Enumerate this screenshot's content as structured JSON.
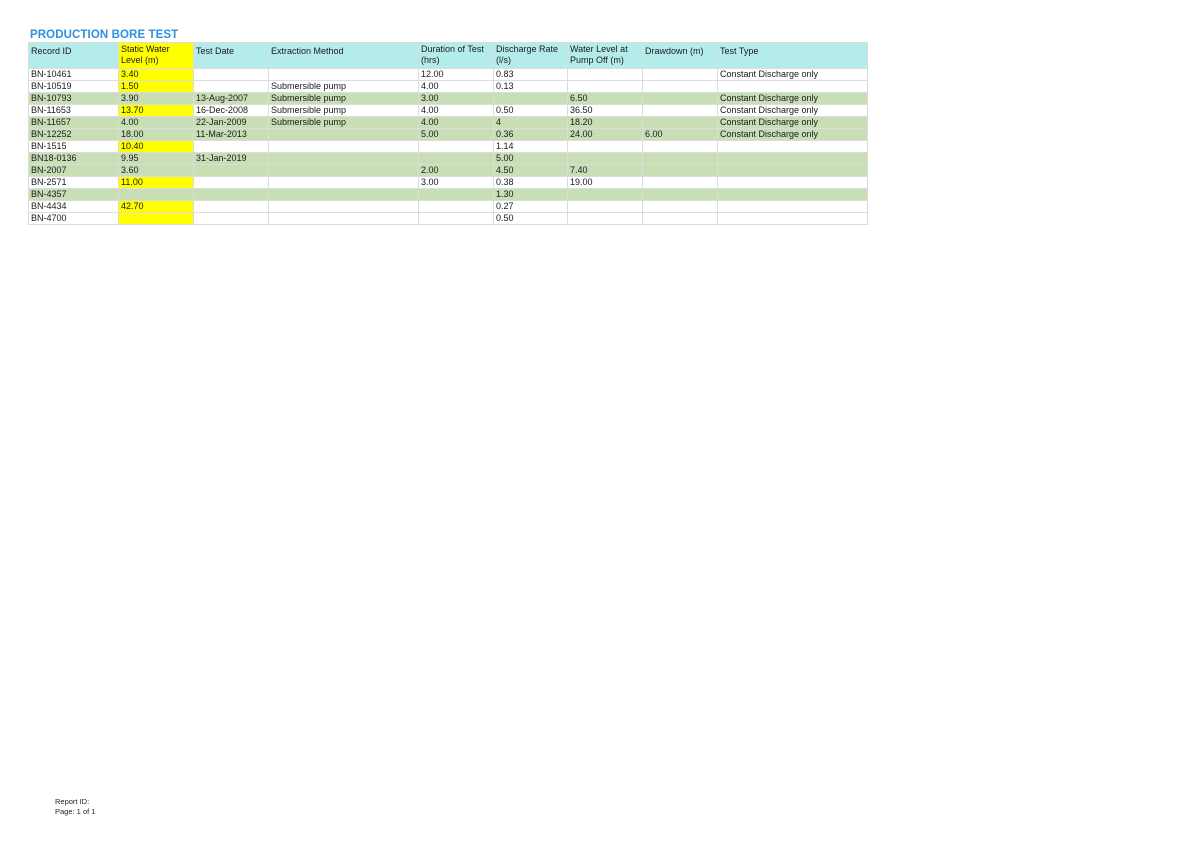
{
  "report": {
    "title": "PRODUCTION BORE TEST"
  },
  "table": {
    "headers": {
      "record_id": "Record ID",
      "static_water_level": "Static Water Level (m)",
      "test_date": "Test Date",
      "extraction_method": "Extraction Method",
      "duration": "Duration of Test (hrs)",
      "discharge_rate": "Discharge Rate (l/s)",
      "water_level_pump_off": "Water Level at Pump Off (m)",
      "drawdown": "Drawdown (m)",
      "test_type": "Test Type"
    },
    "rows": [
      {
        "record_id": "BN-10461",
        "static_water_level": "3.40",
        "test_date": "",
        "extraction_method": "",
        "duration": "12.00",
        "discharge_rate": "0.83",
        "water_level_pump_off": "",
        "drawdown": "",
        "test_type": "Constant Discharge only",
        "shaded": false,
        "swl_highlight": true
      },
      {
        "record_id": "BN-10519",
        "static_water_level": "1.50",
        "test_date": "",
        "extraction_method": "Submersible pump",
        "duration": "4.00",
        "discharge_rate": "0.13",
        "water_level_pump_off": "",
        "drawdown": "",
        "test_type": "",
        "shaded": false,
        "swl_highlight": true
      },
      {
        "record_id": "BN-10793",
        "static_water_level": "3.90",
        "test_date": "13-Aug-2007",
        "extraction_method": "Submersible pump",
        "duration": "3.00",
        "discharge_rate": "",
        "water_level_pump_off": "6.50",
        "drawdown": "",
        "test_type": "Constant Discharge only",
        "shaded": true,
        "swl_highlight": false
      },
      {
        "record_id": "BN-11653",
        "static_water_level": "13.70",
        "test_date": "16-Dec-2008",
        "extraction_method": "Submersible pump",
        "duration": "4.00",
        "discharge_rate": "0.50",
        "water_level_pump_off": "36.50",
        "drawdown": "",
        "test_type": "Constant Discharge only",
        "shaded": false,
        "swl_highlight": true
      },
      {
        "record_id": "BN-11657",
        "static_water_level": "4.00",
        "test_date": "22-Jan-2009",
        "extraction_method": "Submersible pump",
        "duration": "4.00",
        "discharge_rate": "4",
        "water_level_pump_off": "18.20",
        "drawdown": "",
        "test_type": "Constant Discharge only",
        "shaded": true,
        "swl_highlight": false
      },
      {
        "record_id": "BN-12252",
        "static_water_level": "18.00",
        "test_date": "11-Mar-2013",
        "extraction_method": "",
        "duration": "5.00",
        "discharge_rate": "0.36",
        "water_level_pump_off": "24.00",
        "drawdown": "6.00",
        "test_type": "Constant Discharge only",
        "shaded": true,
        "swl_highlight": false
      },
      {
        "record_id": "BN-1515",
        "static_water_level": "10.40",
        "test_date": "",
        "extraction_method": "",
        "duration": "",
        "discharge_rate": "1.14",
        "water_level_pump_off": "",
        "drawdown": "",
        "test_type": "",
        "shaded": false,
        "swl_highlight": true
      },
      {
        "record_id": "BN18-0136",
        "static_water_level": "9.95",
        "test_date": "31-Jan-2019",
        "extraction_method": "",
        "duration": "",
        "discharge_rate": "5.00",
        "water_level_pump_off": "",
        "drawdown": "",
        "test_type": "",
        "shaded": true,
        "swl_highlight": false
      },
      {
        "record_id": "BN-2007",
        "static_water_level": "3.60",
        "test_date": "",
        "extraction_method": "",
        "duration": "2.00",
        "discharge_rate": "4.50",
        "water_level_pump_off": "7.40",
        "drawdown": "",
        "test_type": "",
        "shaded": true,
        "swl_highlight": false
      },
      {
        "record_id": "BN-2571",
        "static_water_level": "11.00",
        "test_date": "",
        "extraction_method": "",
        "duration": "3.00",
        "discharge_rate": "0.38",
        "water_level_pump_off": "19.00",
        "drawdown": "",
        "test_type": "",
        "shaded": false,
        "swl_highlight": true
      },
      {
        "record_id": "BN-4357",
        "static_water_level": "",
        "test_date": "",
        "extraction_method": "",
        "duration": "",
        "discharge_rate": "1.30",
        "water_level_pump_off": "",
        "drawdown": "",
        "test_type": "",
        "shaded": true,
        "swl_highlight": false
      },
      {
        "record_id": "BN-4434",
        "static_water_level": "42.70",
        "test_date": "",
        "extraction_method": "",
        "duration": "",
        "discharge_rate": "0.27",
        "water_level_pump_off": "",
        "drawdown": "",
        "test_type": "",
        "shaded": false,
        "swl_highlight": true
      },
      {
        "record_id": "BN-4700",
        "static_water_level": "",
        "test_date": "",
        "extraction_method": "",
        "duration": "",
        "discharge_rate": "0.50",
        "water_level_pump_off": "",
        "drawdown": "",
        "test_type": "",
        "shaded": false,
        "swl_highlight": true
      }
    ]
  },
  "footer": {
    "report_id": "Report ID:",
    "page": "Page: 1 of 1"
  },
  "colors": {
    "title": "#2f8fe0",
    "header_bg": "#b4ecec",
    "shaded_row": "#c8dfb6",
    "highlight": "#ffff00"
  }
}
